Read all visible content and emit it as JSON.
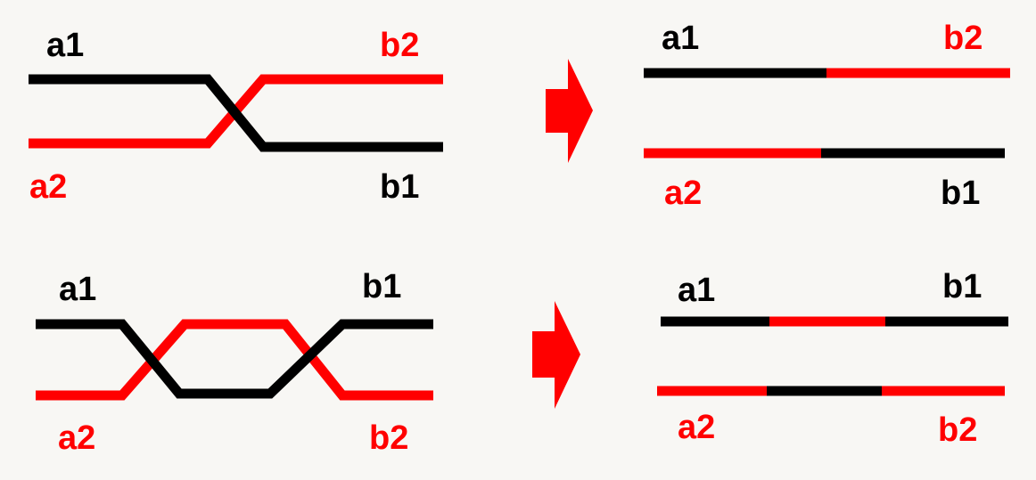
{
  "colors": {
    "black": "#000000",
    "red": "#ff0000",
    "background": "#f8f7f4"
  },
  "top_left": {
    "label_a1": "a1",
    "label_a2": "a2",
    "label_b1": "b1",
    "label_b2": "b2"
  },
  "top_right": {
    "label_a1": "a1",
    "label_a2": "a2",
    "label_b1": "b1",
    "label_b2": "b2"
  },
  "bottom_left": {
    "label_a1": "a1",
    "label_a2": "a2",
    "label_b1": "b1",
    "label_b2": "b2"
  },
  "bottom_right": {
    "label_a1": "a1",
    "label_a2": "a2",
    "label_b1": "b1",
    "label_b2": "b2"
  },
  "arrows": {
    "top_icon": "arrow-right-icon",
    "bottom_icon": "arrow-right-icon"
  }
}
